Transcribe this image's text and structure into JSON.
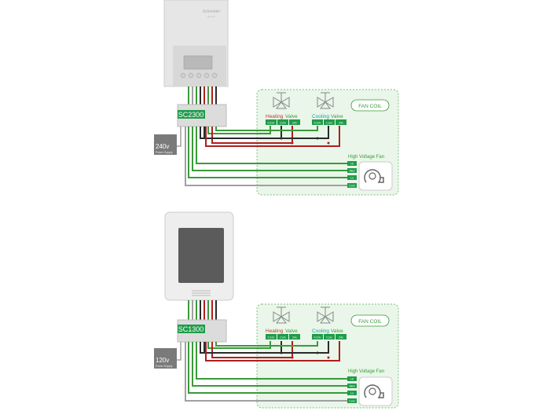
{
  "top": {
    "brand": "Schneider",
    "brand_sub": "Electric",
    "controller": "SC2300",
    "supply_voltage": "240v",
    "supply_label": "Power Supply",
    "fan_coil": "FAN COIL",
    "heating_valve": {
      "word1": "Heating",
      "word2": "Valve"
    },
    "cooling_valve": {
      "word1": "Cooling",
      "word2": "Valve"
    },
    "heat_terms": [
      "0-10v",
      "Com",
      "24v"
    ],
    "cool_terms": [
      "0-10v",
      "Com",
      "24v"
    ],
    "fan_title": "High Voltage Fan",
    "fan_terms": [
      "Hi",
      "Med",
      "Lo",
      "Com"
    ]
  },
  "bottom": {
    "controller": "SC1300",
    "supply_voltage": "120v",
    "supply_label": "Power Supply",
    "fan_coil": "FAN COIL",
    "heating_valve": {
      "word1": "Heating",
      "word2": "Valve"
    },
    "cooling_valve": {
      "word1": "Cooling",
      "word2": "Valve"
    },
    "heat_terms": [
      "0-10v",
      "Com",
      "24v"
    ],
    "cool_terms": [
      "0-10v",
      "Com",
      "24v"
    ],
    "fan_title": "High Voltage Fan",
    "fan_terms": [
      "Hi",
      "Med",
      "Lo",
      "Com"
    ]
  },
  "colors": {
    "green": "#3a9a3a",
    "red": "#b01e1e",
    "dark": "#2a2a2a",
    "grey": "#a0a0a0",
    "panel": "#e8f5e8",
    "heating": "#c0392b",
    "cooling": "#1aa3a3"
  }
}
